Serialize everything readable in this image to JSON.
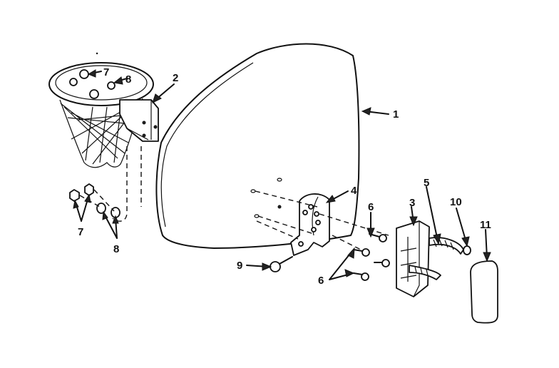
{
  "diagram": {
    "callouts": [
      {
        "id": "c1",
        "label": "1"
      },
      {
        "id": "c2",
        "label": "2"
      },
      {
        "id": "c3",
        "label": "3"
      },
      {
        "id": "c4",
        "label": "4"
      },
      {
        "id": "c5",
        "label": "5"
      },
      {
        "id": "c6a",
        "label": "6"
      },
      {
        "id": "c6b",
        "label": "6"
      },
      {
        "id": "c7a",
        "label": "7"
      },
      {
        "id": "c7b",
        "label": "7"
      },
      {
        "id": "c8a",
        "label": "8"
      },
      {
        "id": "c8b",
        "label": "8"
      },
      {
        "id": "c9",
        "label": "9"
      },
      {
        "id": "c10",
        "label": "10"
      },
      {
        "id": "c11",
        "label": "11"
      }
    ]
  },
  "colors": {
    "ink": "#111111",
    "paper": "#ffffff"
  }
}
